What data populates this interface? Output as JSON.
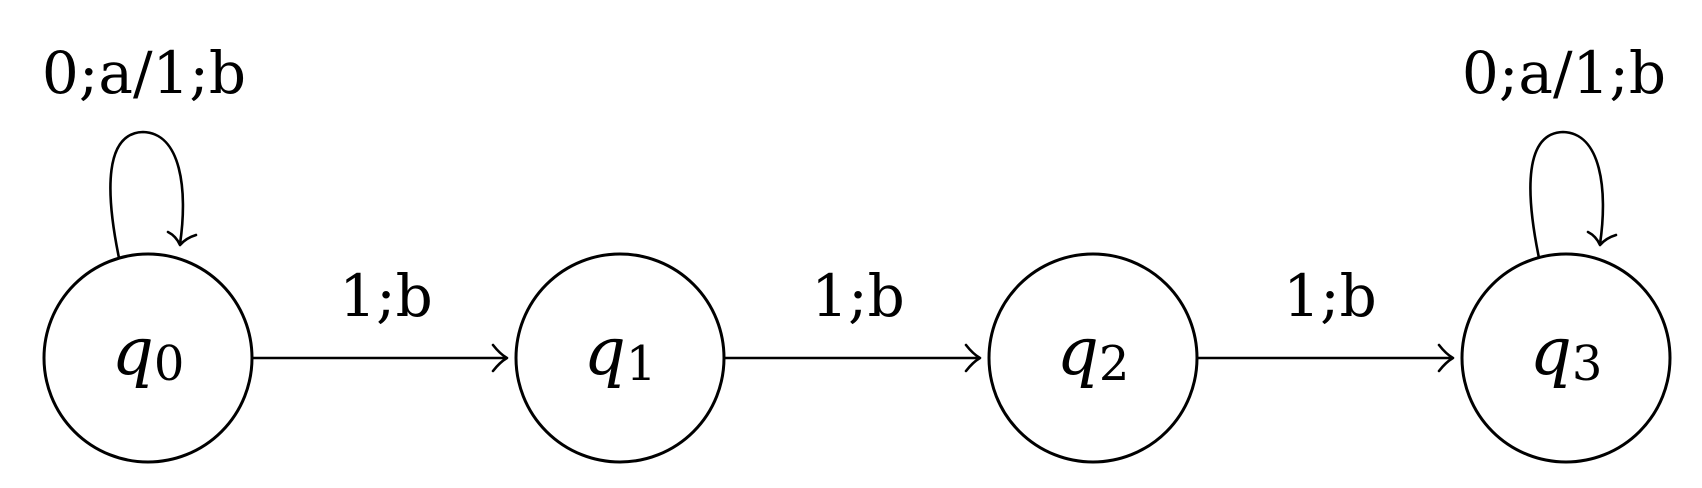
{
  "diagram": {
    "type": "finite-state-transducer",
    "states": [
      {
        "id": "q0",
        "name": "q",
        "sub": "0"
      },
      {
        "id": "q1",
        "name": "q",
        "sub": "1"
      },
      {
        "id": "q2",
        "name": "q",
        "sub": "2"
      },
      {
        "id": "q3",
        "name": "q",
        "sub": "3"
      }
    ],
    "transitions": [
      {
        "from": "q0",
        "to": "q0",
        "label": "0;a/1;b"
      },
      {
        "from": "q0",
        "to": "q1",
        "label": "1;b"
      },
      {
        "from": "q1",
        "to": "q2",
        "label": "1;b"
      },
      {
        "from": "q2",
        "to": "q3",
        "label": "1;b"
      },
      {
        "from": "q3",
        "to": "q3",
        "label": "0;a/1;b"
      }
    ]
  }
}
